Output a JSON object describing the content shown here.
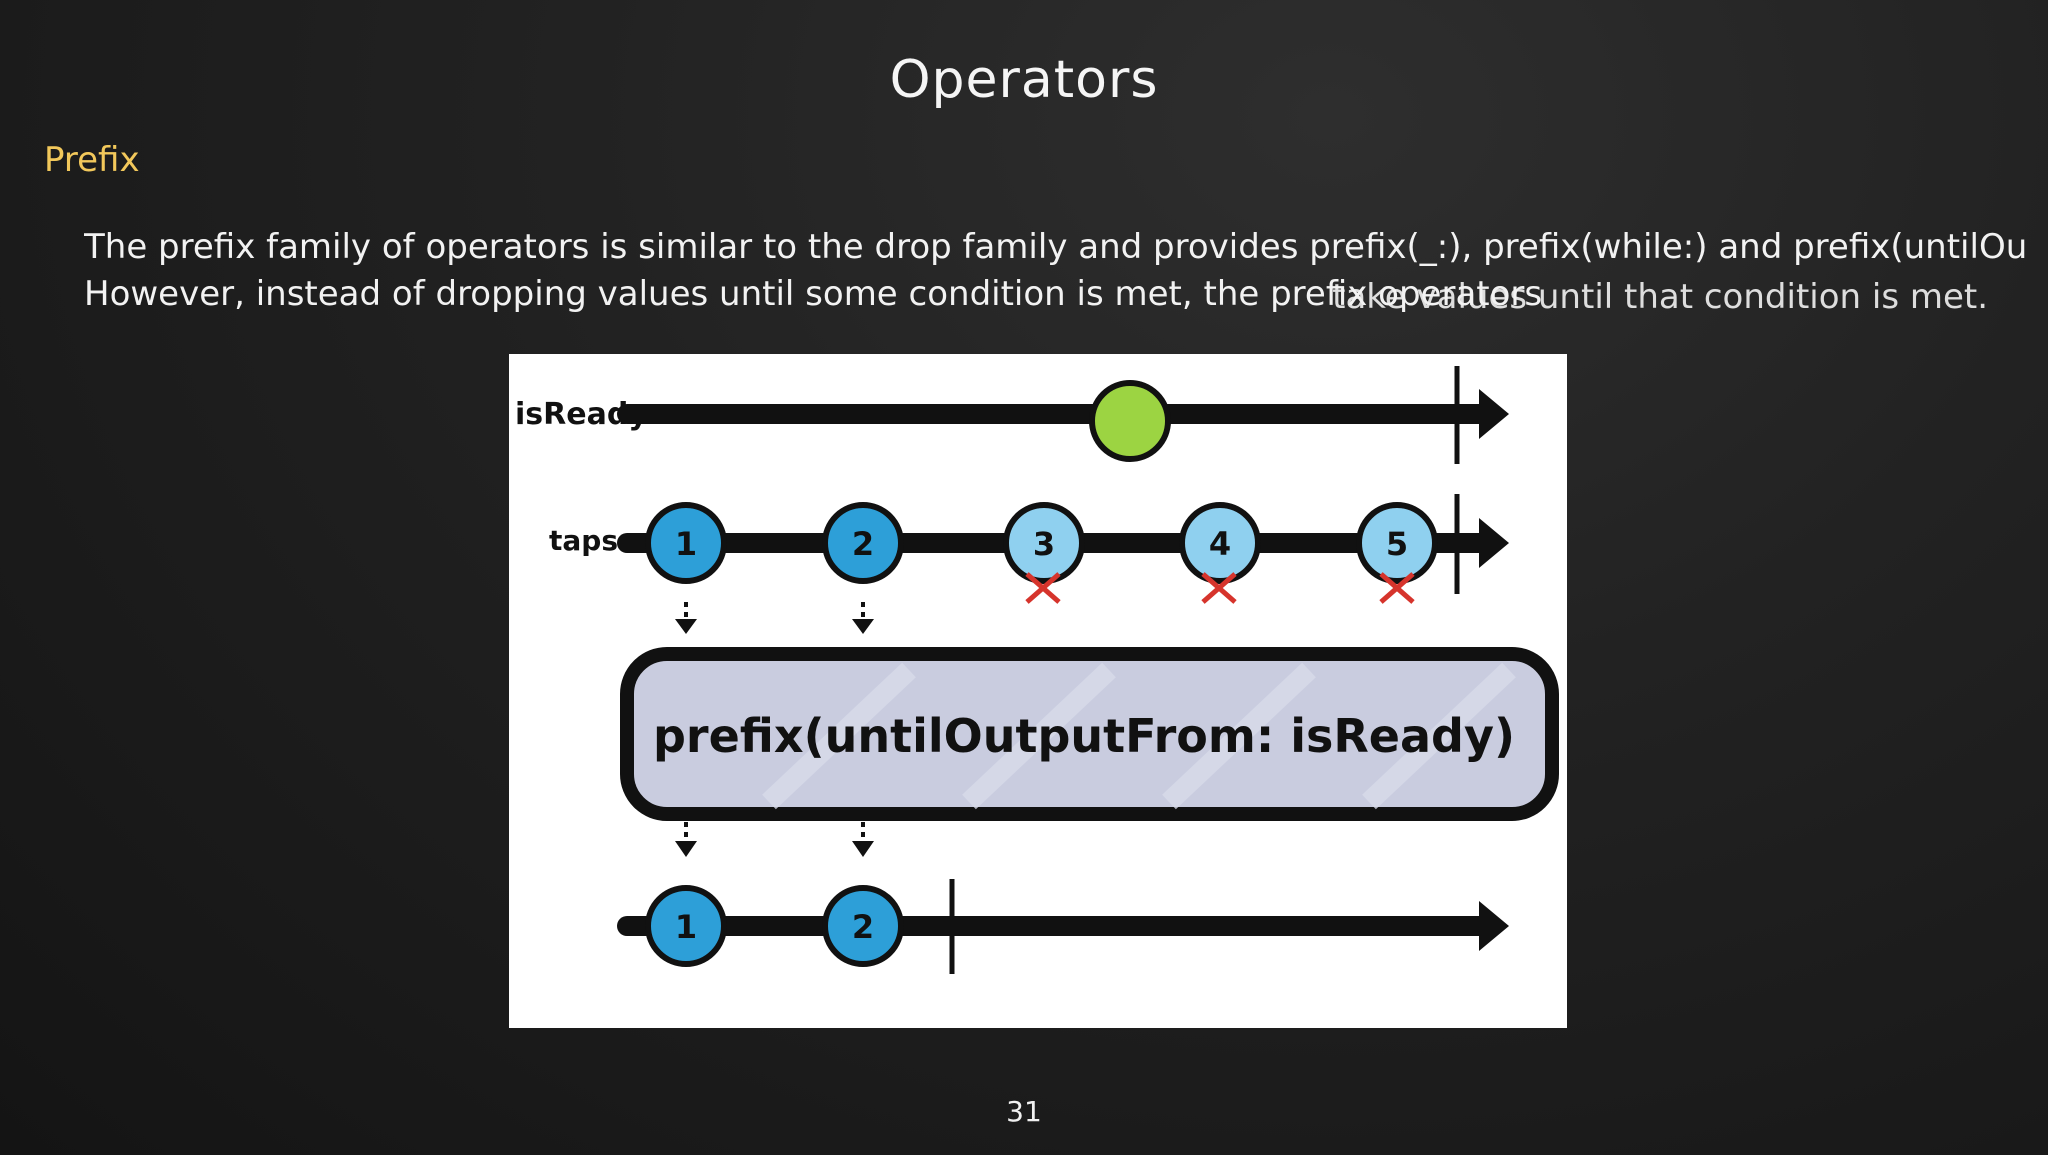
{
  "slide": {
    "title": "Operators",
    "section": "Prefix",
    "lines": [
      "The prefix family of operators is similar to the drop family and provides prefix(_:), prefix(while:) and prefix(untilOu",
      "However, instead of dropping values until some condition is met, the prefix operators"
    ],
    "line2_tail": "take values until that condition is met.",
    "page_number": "31"
  },
  "diagram": {
    "row_labels": {
      "ready": "isReady",
      "taps": "taps"
    },
    "tap_values": [
      "1",
      "2",
      "3",
      "4",
      "5"
    ],
    "output_values": [
      "1",
      "2"
    ],
    "operator_label": "prefix(untilOutputFrom: isReady)",
    "colors": {
      "marble_blue": "#2d9fd8",
      "marble_light": "#8fd0ef",
      "marble_green": "#9cd442",
      "cross_red": "#d6342c",
      "operator_fill": "#c9ccdf"
    }
  }
}
